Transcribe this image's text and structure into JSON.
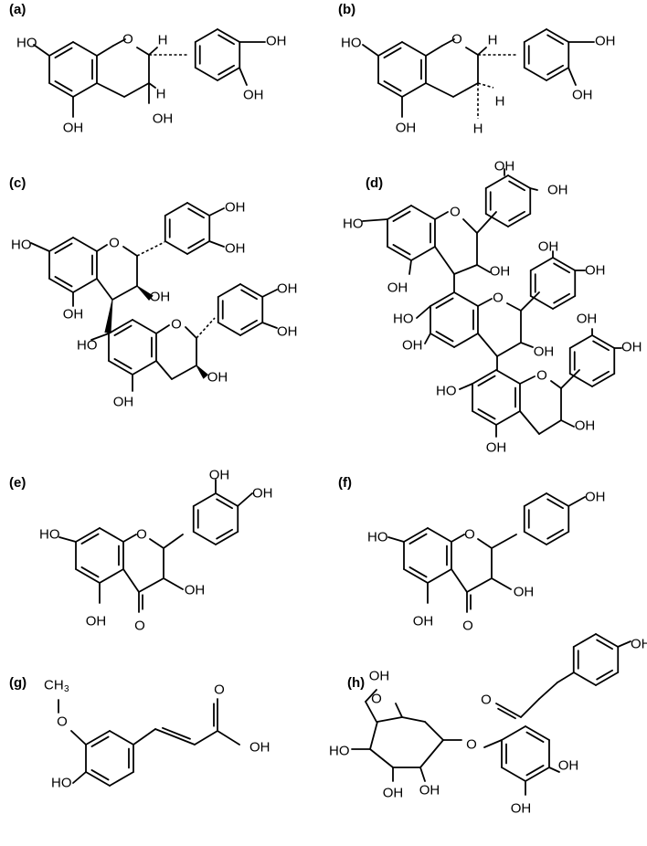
{
  "labels": {
    "OH": "OH",
    "HO": "HO",
    "O": "O",
    "H": "H",
    "CH": "CH",
    "three": "3"
  },
  "panels": [
    {
      "id": "a",
      "label": "(a)"
    },
    {
      "id": "b",
      "label": "(b)"
    },
    {
      "id": "c",
      "label": "(c)"
    },
    {
      "id": "d",
      "label": "(d)"
    },
    {
      "id": "e",
      "label": "(e)"
    },
    {
      "id": "f",
      "label": "(f)"
    },
    {
      "id": "g",
      "label": "(g)"
    },
    {
      "id": "h",
      "label": "(h)"
    }
  ]
}
